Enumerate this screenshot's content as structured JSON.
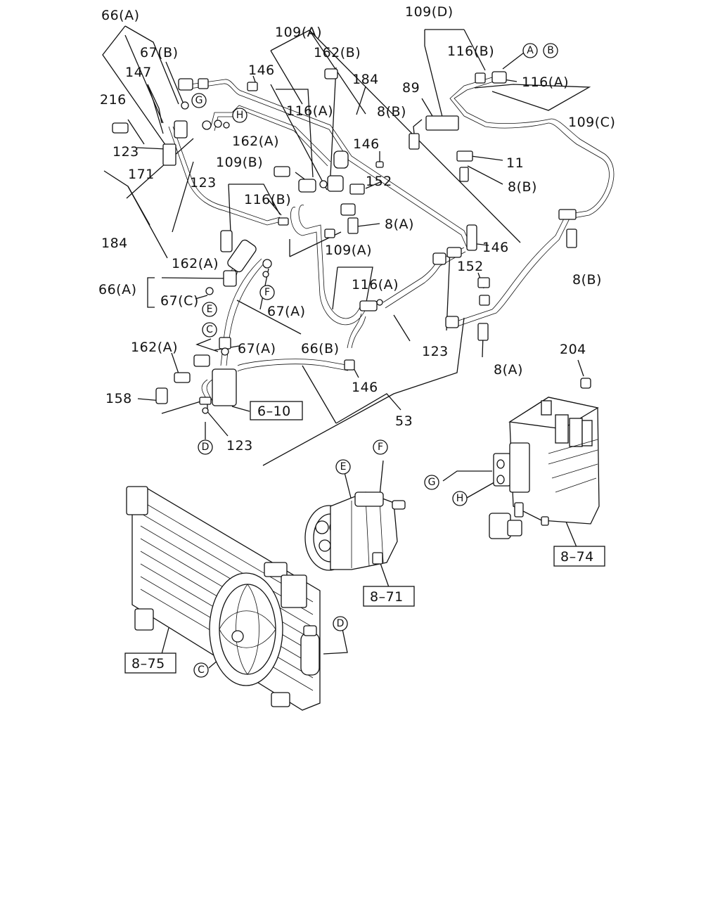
{
  "labels": {
    "l66A_top": "66(A)",
    "l67B": "67(B)",
    "l147": "147",
    "l216": "216",
    "l123_a": "123",
    "l171": "171",
    "l184_left": "184",
    "l123_b": "123",
    "l109A_top": "109(A)",
    "l146_top": "146",
    "l162B": "162(B)",
    "l184_top": "184",
    "l116A_mid": "116(A)",
    "l146_mid": "146",
    "l162A_mid": "162(A)",
    "l109B": "109(B)",
    "l116B_mid": "116(B)",
    "l152_mid": "152",
    "l8A_mid": "8(A)",
    "l162A_left": "162(A)",
    "l109A_mid": "109(A)",
    "l116A_low": "116(A)",
    "l66A_left": "66(A)",
    "l67C": "67(C)",
    "l67A_mid": "67(A)",
    "l67A_low": "67(A)",
    "l66B": "66(B)",
    "l162A_low": "162(A)",
    "l158": "158",
    "l146_low": "146",
    "l53": "53",
    "l123_low": "123",
    "l123_mid": "123",
    "l109D": "109(D)",
    "l116B_top": "116(B)",
    "l89": "89",
    "l8B_a": "8(B)",
    "l116A_right": "116(A)",
    "l109C": "109(C)",
    "l11": "11",
    "l8B_b": "8(B)",
    "l146_right": "146",
    "l152_right": "152",
    "l8B_c": "8(B)",
    "l8A_right": "8(A)",
    "l204": "204"
  },
  "refs": {
    "A_top": "A",
    "B_top": "B",
    "G_top": "G",
    "H_top": "H",
    "F_mid": "F",
    "E_mid": "E",
    "C_mid": "C",
    "D_mid": "D",
    "E_comp": "E",
    "F_comp": "F",
    "G_evap": "G",
    "H_evap": "H",
    "C_cond": "C",
    "D_cond": "D"
  },
  "boxes": {
    "b610": "6–10",
    "b874": "8–74",
    "b871": "8–71",
    "b875": "8–75"
  }
}
